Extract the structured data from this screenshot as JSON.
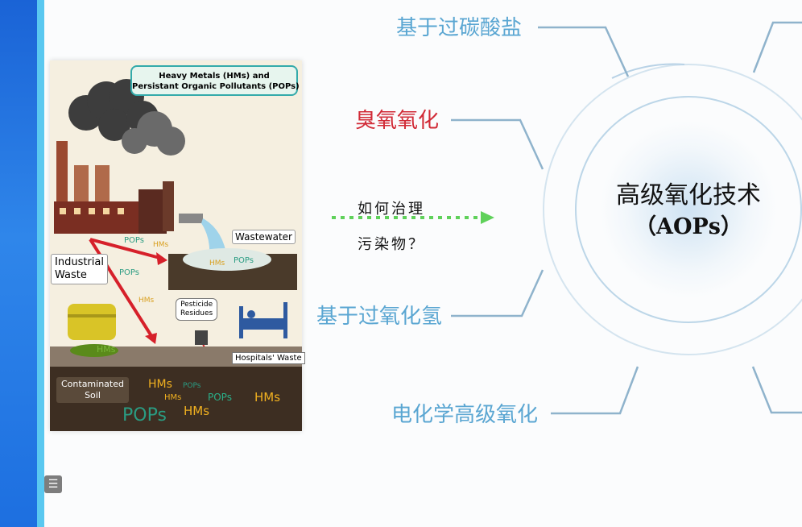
{
  "infographic": {
    "header": "Heavy Metals (HMs) and\nPersistant Organic Pollutants (POPs)",
    "wastewater": "Wastewater",
    "industrial_waste": "Industrial\nWaste",
    "pesticide": "Pesticide\nResidues",
    "hospitals": "Hospitals' Waste",
    "soil": "Contaminated\nSoil",
    "pops": "POPs",
    "hms": "HMs"
  },
  "question": {
    "line1": "如何治理",
    "line2": "污染物？"
  },
  "center": {
    "title": "高级氧化技术",
    "subtitle": "（AOPs）"
  },
  "branches": [
    {
      "label": "基于过碳酸盐",
      "color": "#5aa6d2"
    },
    {
      "label": "臭氧氧化",
      "color": "#d12a36"
    },
    {
      "label": "基于过氧化氢",
      "color": "#5aa6d2"
    },
    {
      "label": "电化学高级氧化",
      "color": "#5aa6d2"
    }
  ],
  "toolbar": {
    "menu_icon": "list-icon"
  }
}
